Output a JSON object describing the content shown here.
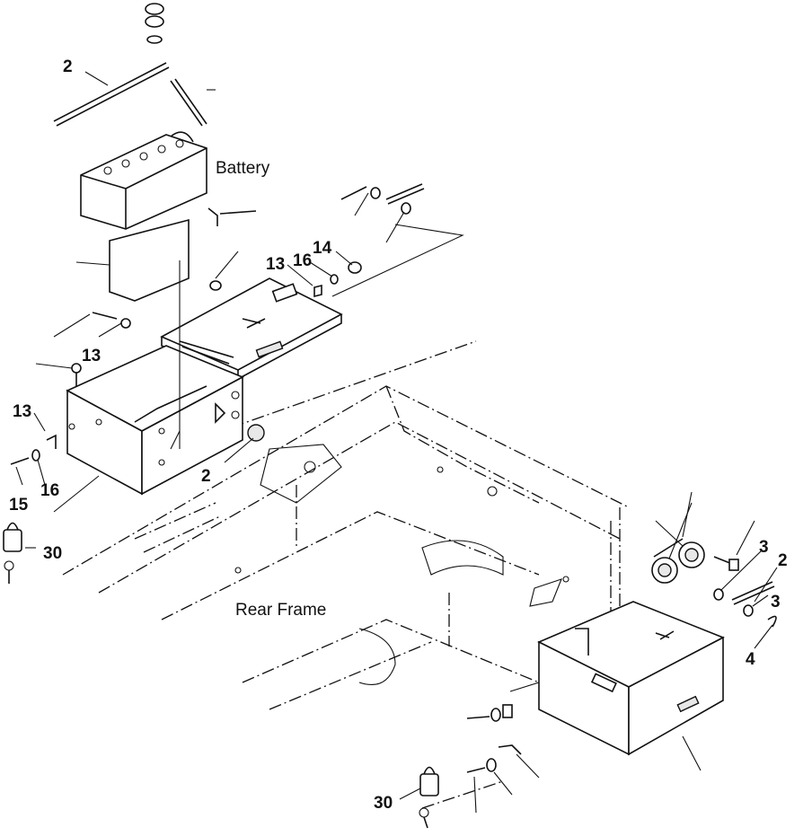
{
  "labels": {
    "battery": "Battery",
    "rear_frame": "Rear Frame"
  },
  "callouts": {
    "c2_top": "2",
    "c13_upper": "13",
    "c16_upper": "16",
    "c14_upper": "14",
    "c13_washer": "13",
    "c13_left": "13",
    "c15": "15",
    "c16_left": "16",
    "c2_mid": "2",
    "c30_left": "30",
    "c3_right_top": "3",
    "c2_right": "2",
    "c3_right_bottom": "3",
    "c4": "4",
    "c30_bottom": "30"
  }
}
